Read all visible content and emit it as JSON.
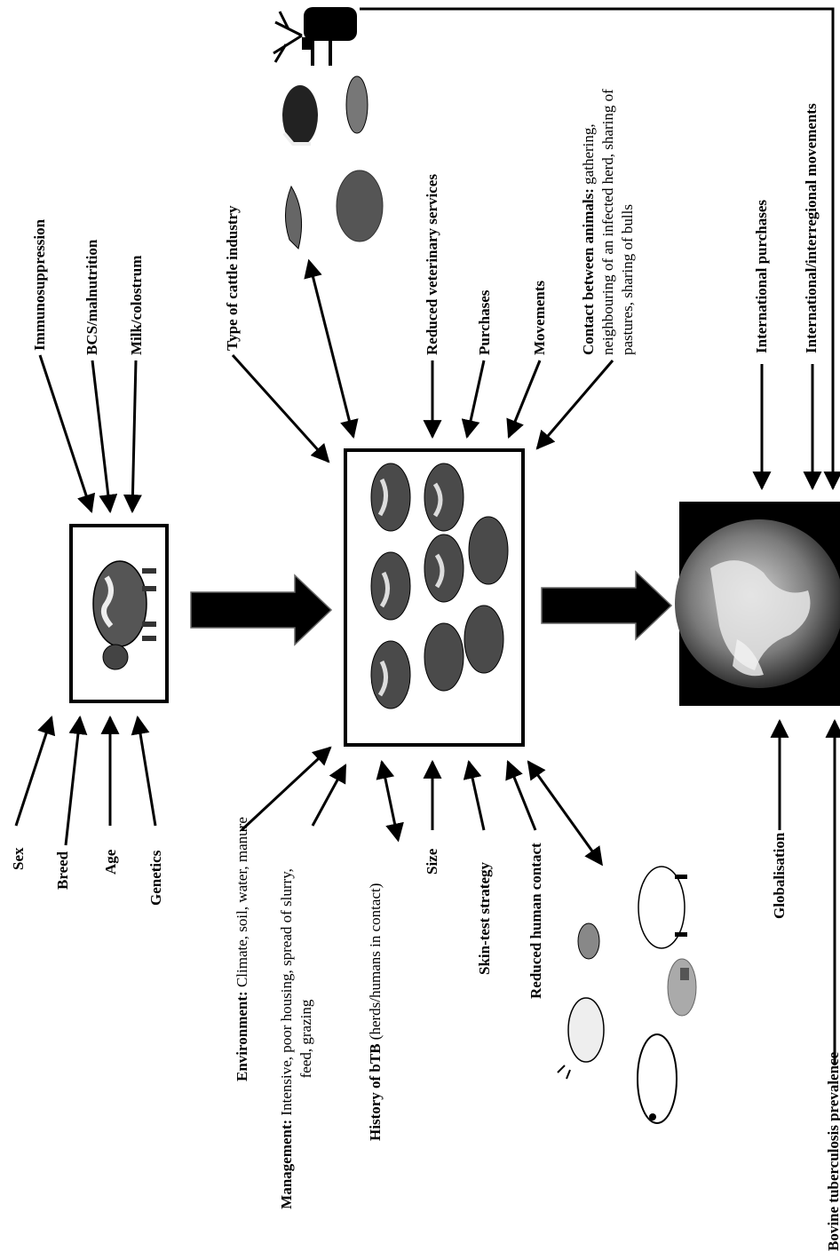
{
  "individual_risk_factors": {
    "sex": "Sex",
    "breed": "Breed",
    "age": "Age",
    "genetics": "Genetics",
    "immunosuppression": "Immunosuppression",
    "bcs": "BCS/malnutrition",
    "milk": "Milk/colostrum"
  },
  "herd_risk_factors": {
    "cattle_industry": "Type of cattle industry",
    "vet_services": "Reduced veterinary services",
    "purchases": "Purchases",
    "movements": "Movements",
    "contact_bold": "Contact between animals:",
    "contact_line1": " gathering,",
    "contact_line2": "neighbouring of an infected herd, sharing of",
    "contact_line3": "pastures, sharing of bulls",
    "environment_bold": "Environment:",
    "environment_rest": " Climate, soil, water, manure",
    "management_bold": "Management:",
    "management_line1": " Intensive, poor housing, spread of slurry,",
    "management_line2": "feed, grazing",
    "history_bold": "History of bTB",
    "history_rest": " (herds/humans in contact)",
    "size": "Size",
    "skin_test": "Skin-test strategy",
    "human_contact": "Reduced human contact"
  },
  "global_risk_factors": {
    "intl_purchases": "International purchases",
    "intl_movements": "International/interregional movements",
    "globalisation": "Globalisation",
    "prevalence": "Bovine tuberculosis prevalence"
  },
  "icons": [
    "cow-icon",
    "cattle-herd-icon",
    "globe-icon",
    "deer-icon",
    "badger-icon",
    "possum-icon",
    "fox-icon",
    "boar-icon",
    "goat-icon",
    "pig-icon",
    "sheep-icon",
    "camelid-icon",
    "rabbit-icon"
  ]
}
